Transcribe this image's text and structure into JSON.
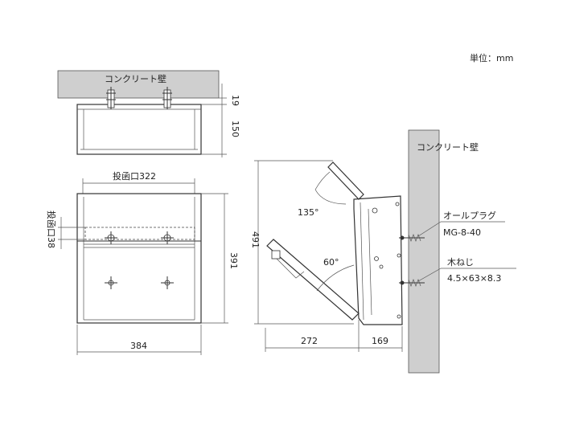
{
  "unit_label": "単位：mm",
  "wall_label_top": "コンクリート壁",
  "wall_label_side": "コンクリート壁",
  "dims": {
    "top_19": "19",
    "top_150": "150",
    "slot_width": "投函口322",
    "slot_height": "投函口38",
    "front_391": "391",
    "front_384": "384",
    "side_491": "491",
    "side_272": "272",
    "side_169": "169",
    "angle_135": "135°",
    "angle_60": "60°"
  },
  "parts": {
    "plug_name": "オールプラグ",
    "plug_code": "MG-8-40",
    "screw_name": "木ねじ",
    "screw_size": "4.5×63×8.3"
  }
}
